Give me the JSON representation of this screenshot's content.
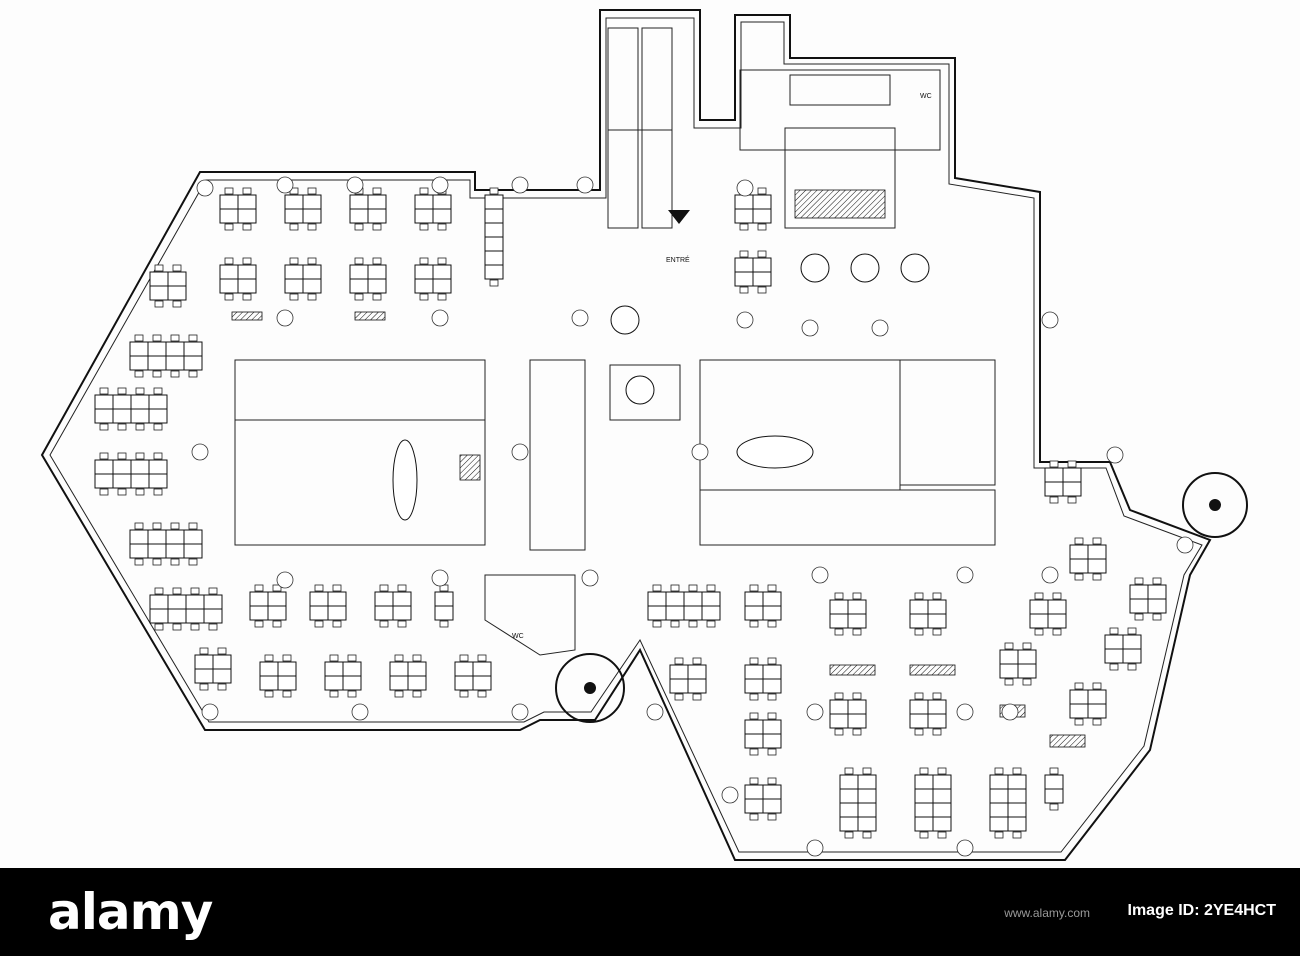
{
  "plan": {
    "entrance_label": "ENTRÉ",
    "wc_label": "WC"
  },
  "footer": {
    "logo_text": "alamy",
    "image_id_label": "Image ID: ",
    "image_id": "2YE4HCT",
    "domain": "www.alamy.com"
  }
}
